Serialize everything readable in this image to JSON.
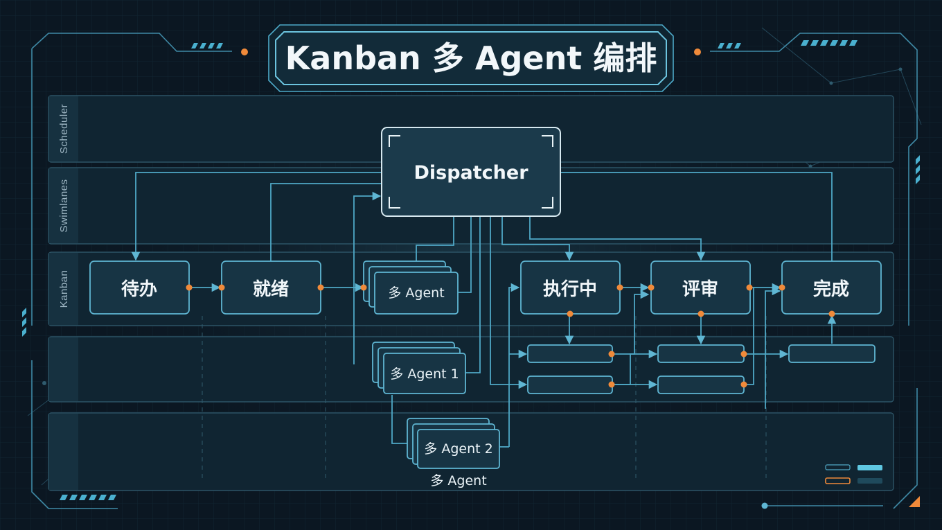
{
  "title": "Kanban 多 Agent 编排",
  "lanes": {
    "scheduler": "Scheduler",
    "swimlanes": "Swimlanes",
    "kanban": "Kanban"
  },
  "dispatcher": "Dispatcher",
  "stages": {
    "todo": "待办",
    "ready": "就绪",
    "in_progress": "执行中",
    "review": "评审",
    "done": "完成"
  },
  "agents": {
    "agent_main": "多 Agent",
    "agent_1": "多 Agent 1",
    "agent_2": "多 Agent 2",
    "caption": "多 Agent"
  },
  "colors": {
    "background": "#0b1722",
    "accent": "#5fb6d3",
    "connector": "#f08a3a"
  }
}
